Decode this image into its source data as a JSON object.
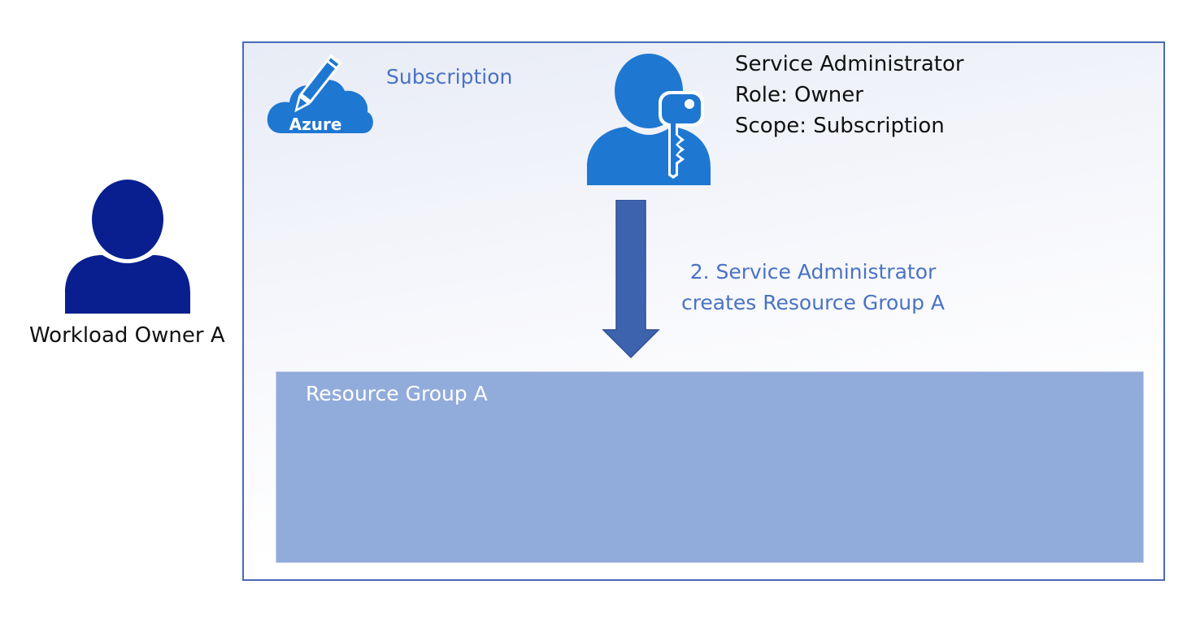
{
  "workload_owner": {
    "icon": "person-icon",
    "label": "Workload Owner A"
  },
  "subscription": {
    "icon": "azure-subscription-icon",
    "icon_text": "Azure",
    "label": "Subscription"
  },
  "service_admin": {
    "icon": "admin-key-icon",
    "lines": [
      "Service Administrator",
      "Role: Owner",
      "Scope: Subscription"
    ]
  },
  "step": {
    "icon": "down-arrow-icon",
    "lines": [
      "2. Service Administrator",
      "creates Resource Group A"
    ]
  },
  "resource_group": {
    "label": "Resource Group A"
  },
  "colors": {
    "dark_navy": "#0a1f8f",
    "azure_blue": "#1e78d2",
    "arrow_blue": "#3d63ae",
    "accent_text": "#4a72c4",
    "resource_group_fill": "#91abdb",
    "border": "#4a6ab8"
  }
}
